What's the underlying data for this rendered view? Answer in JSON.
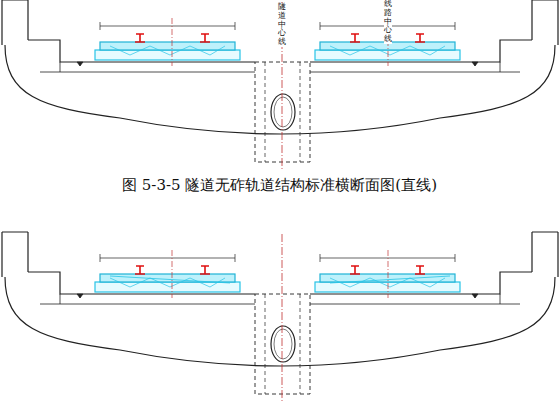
{
  "diagram": {
    "caption": "图 5-3-5 隧道无砟轨道结构标准横断面图(直线)",
    "labels": [
      "隧道中心线",
      "线路中心线"
    ]
  }
}
